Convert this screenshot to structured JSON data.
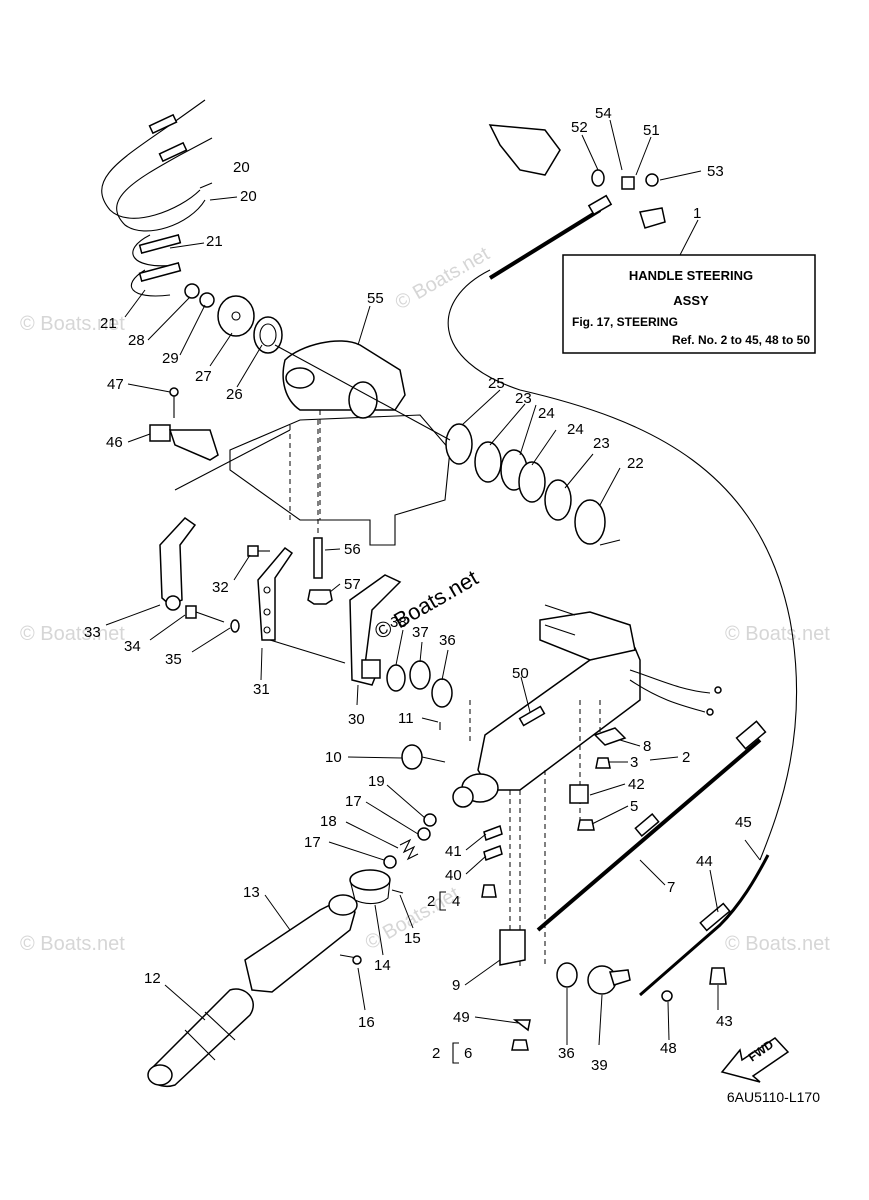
{
  "watermark": "© Boats.net",
  "inset_box": {
    "title_line1": "HANDLE STEERING",
    "title_line2": "ASSY",
    "ref_line1": "Fig. 17, STEERING",
    "ref_line2": "Ref. No. 2 to 45, 48 to 50"
  },
  "fwd_label": "FWD",
  "diagram_code": "6AU5110-L170",
  "callouts": [
    "1",
    "2",
    "3",
    "4",
    "5",
    "6",
    "7",
    "8",
    "9",
    "10",
    "11",
    "12",
    "13",
    "14",
    "15",
    "16",
    "17",
    "18",
    "19",
    "20",
    "21",
    "22",
    "23",
    "24",
    "25",
    "26",
    "27",
    "28",
    "29",
    "30",
    "31",
    "32",
    "33",
    "34",
    "35",
    "36",
    "37",
    "38",
    "39",
    "40",
    "41",
    "42",
    "43",
    "44",
    "45",
    "46",
    "47",
    "48",
    "49",
    "50",
    "51",
    "52",
    "53",
    "54",
    "55",
    "56",
    "57"
  ],
  "bracket_labels": {
    "b4": "2",
    "b6": "2"
  }
}
